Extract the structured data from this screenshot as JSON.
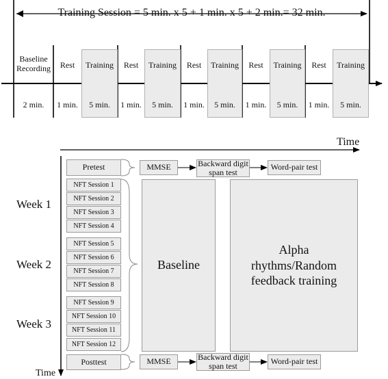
{
  "timeline": {
    "title": "Training Session = 5 min. x 5 + 1 min. x 5 + 2 min.= 32 min.",
    "time_label": "Time",
    "segments": [
      {
        "label": "Baseline Recording",
        "duration": "2 min.",
        "kind": "baseline"
      },
      {
        "label": "Rest",
        "duration": "1 min.",
        "kind": "rest"
      },
      {
        "label": "Training",
        "duration": "5 min.",
        "kind": "training"
      },
      {
        "label": "Rest",
        "duration": "1 min.",
        "kind": "rest"
      },
      {
        "label": "Training",
        "duration": "5 min.",
        "kind": "training"
      },
      {
        "label": "Rest",
        "duration": "1 min.",
        "kind": "rest"
      },
      {
        "label": "Training",
        "duration": "5 min.",
        "kind": "training"
      },
      {
        "label": "Rest",
        "duration": "1 min.",
        "kind": "rest"
      },
      {
        "label": "Training",
        "duration": "5 min.",
        "kind": "training"
      },
      {
        "label": "Rest",
        "duration": "1 min.",
        "kind": "rest"
      },
      {
        "label": "Training",
        "duration": "5 min.",
        "kind": "training"
      }
    ]
  },
  "protocol": {
    "time_label": "Time",
    "pretest": "Pretest",
    "posttest": "Posttest",
    "tests": [
      "MMSE",
      "Backward digit span test",
      "Word-pair test"
    ],
    "weeks": [
      {
        "label": "Week 1",
        "sessions": [
          "NFT Session 1",
          "NFT Session 2",
          "NFT Session 3",
          "NFT Session 4"
        ]
      },
      {
        "label": "Week 2",
        "sessions": [
          "NFT Session 5",
          "NFT Session 6",
          "NFT Session 7",
          "NFT Session 8"
        ]
      },
      {
        "label": "Week 3",
        "sessions": [
          "NFT Session 9",
          "NFT Session 10",
          "NFT Session 11",
          "NFT Session 12"
        ]
      }
    ],
    "baseline_label": "Baseline",
    "training_label": "Alpha rhythms/Random feedback training"
  }
}
